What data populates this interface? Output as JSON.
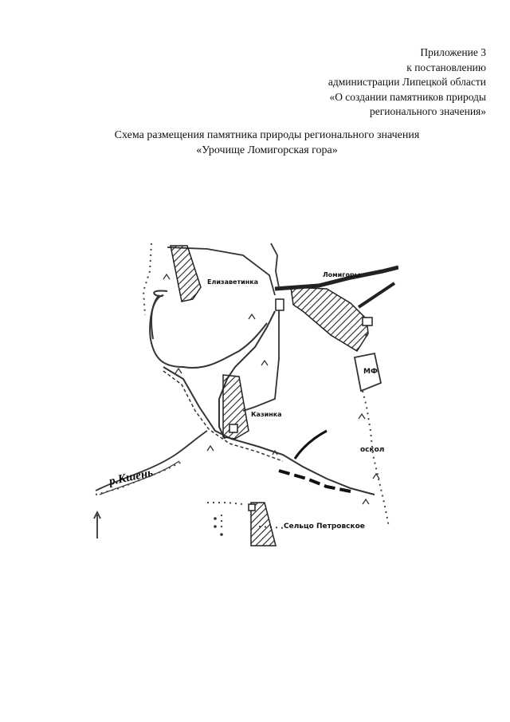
{
  "header": {
    "lines": [
      "Приложение 3",
      "к  постановлению",
      "администрации Липецкой области",
      "«О создании памятников природы",
      "регионального значения»"
    ]
  },
  "title": {
    "line1": "Схема размещения памятника природы регионального значения",
    "line2": "«Урочище Ломигорская гора»"
  },
  "map": {
    "labels": {
      "elizavetinka": "Елизаветинка",
      "lomigory": "Ломигоры",
      "mf": "МФ",
      "kazinka": "Казинка",
      "river": "р.Кшень",
      "oskol": "оскол",
      "selco": "Сельцо Петровское"
    }
  }
}
